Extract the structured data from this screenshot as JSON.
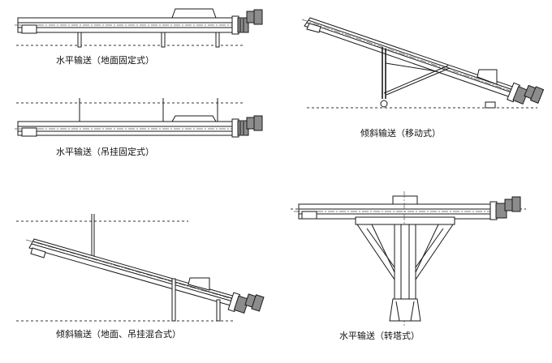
{
  "captions": {
    "horizontal_ground": "水平输送（地面固定式）",
    "horizontal_hanging": "水平输送（吊挂固定式）",
    "inclined_mobile": "倾斜输送（移动式）",
    "inclined_mixed": "倾斜输送（地面、吊挂混合式）",
    "horizontal_tower": "水平输送（转塔式）"
  },
  "colors": {
    "line": "#1a1a1a",
    "motor": "#8c8c8c",
    "background": "#ffffff"
  }
}
